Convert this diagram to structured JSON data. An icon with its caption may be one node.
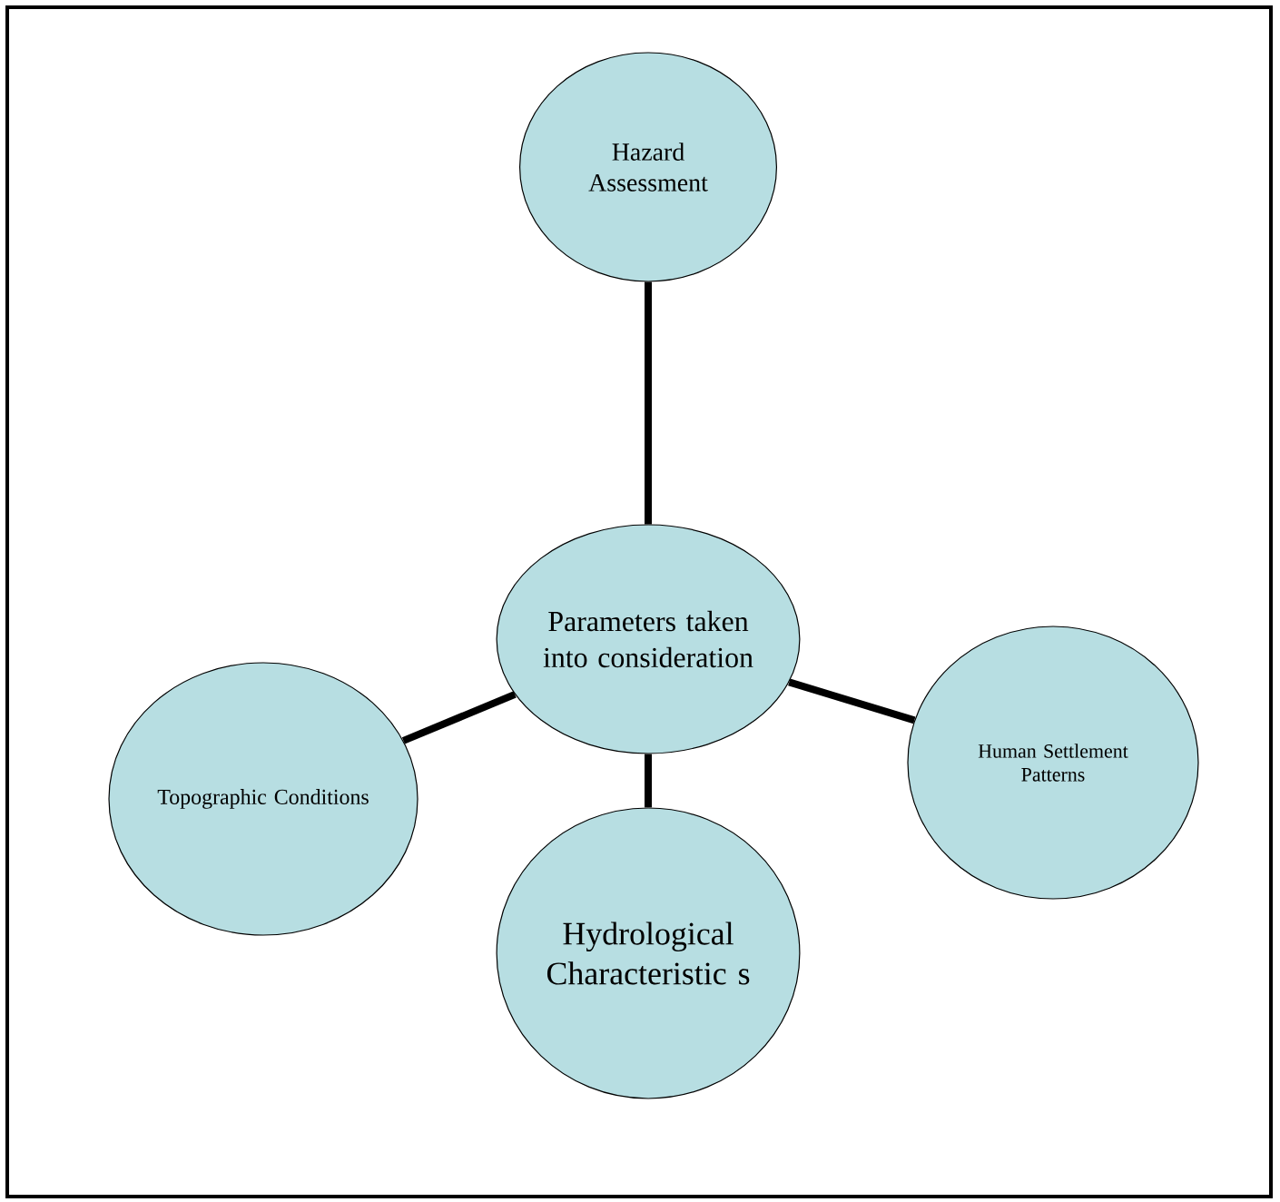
{
  "diagram": {
    "nodes": [
      {
        "text": [
          "Hazard Assessment"
        ]
      },
      {
        "text": [
          "Parameters taken into consideration"
        ]
      },
      {
        "text": [
          "Topographic Conditions"
        ]
      },
      {
        "text": [
          "Hydrological Characteristic s"
        ]
      },
      {
        "text": [
          "Human Settlement Patterns"
        ]
      }
    ],
    "edges": [
      {
        "from": 1,
        "to": 0,
        "arrow": "none"
      },
      {
        "from": 1,
        "to": 2,
        "arrow": "none"
      },
      {
        "from": 1,
        "to": 3,
        "arrow": "none"
      },
      {
        "from": 1,
        "to": 4,
        "arrow": "none"
      }
    ]
  }
}
